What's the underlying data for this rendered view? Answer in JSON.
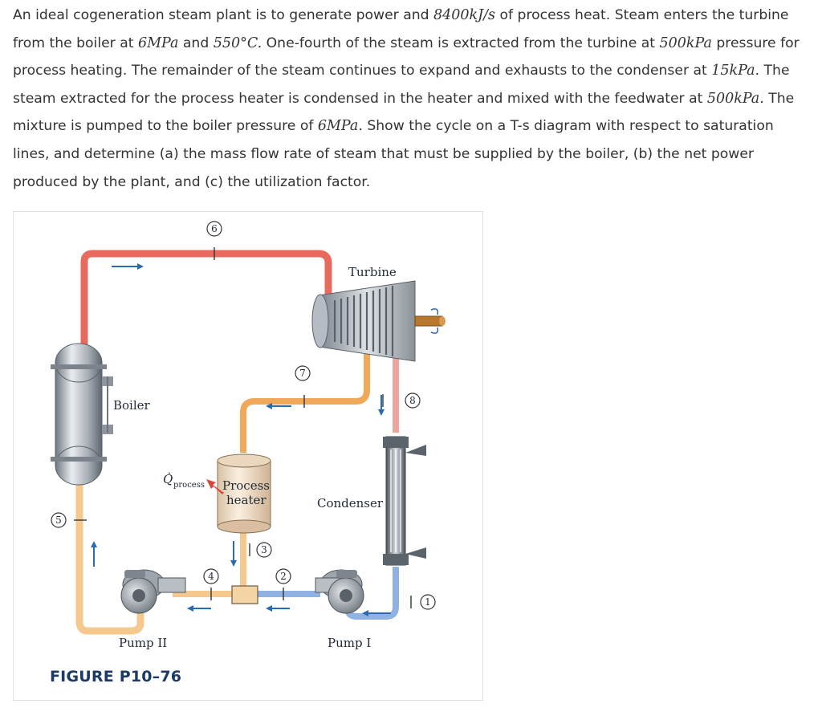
{
  "problem": {
    "t1": "An ideal cogeneration steam plant is to generate power and ",
    "m1": "8400kJ/s",
    "t2": " of process heat. Steam enters the turbine from the boiler at ",
    "m2": "6MPa",
    "t3": " and ",
    "m3": "550°C.",
    "t4": " One-fourth of the steam is extracted from the turbine at ",
    "m4": "500kPa",
    "t5": " pressure for process heating. The remainder of the steam continues to expand and exhausts to the condenser at ",
    "m5": "15kPa.",
    "t6": " The steam extracted for the process heater is condensed in the heater and mixed with the feedwater at ",
    "m6": "500kPa.",
    "t7": " The mixture is pumped to the boiler pressure of ",
    "m7": "6MPa.",
    "t8": " Show the cycle on a T-s diagram with respect to saturation lines, and determine (a) the mass flow rate of steam that must be supplied by the boiler, (b) the net power produced by the plant, and (c) the utilization factor."
  },
  "figure": {
    "labels": {
      "turbine": "Turbine",
      "boiler": "Boiler",
      "process_heater_1": "Process",
      "process_heater_2": "heater",
      "condenser": "Condenser",
      "pump2": "Pump II",
      "pump1": "Pump I",
      "q_symbol": "Q̇",
      "q_sub": "process"
    },
    "states": [
      "1",
      "2",
      "3",
      "4",
      "5",
      "6",
      "7",
      "8"
    ],
    "caption": "FIGURE P10–76",
    "colors": {
      "hot_steam": "#e8695d",
      "extraction": "#f0a85a",
      "exhaust": "#efa39a",
      "feedwater": "#f5c98e",
      "condensate": "#8fb2e3",
      "arrow": "#2a6ab0",
      "caption": "#1b3a66"
    }
  }
}
